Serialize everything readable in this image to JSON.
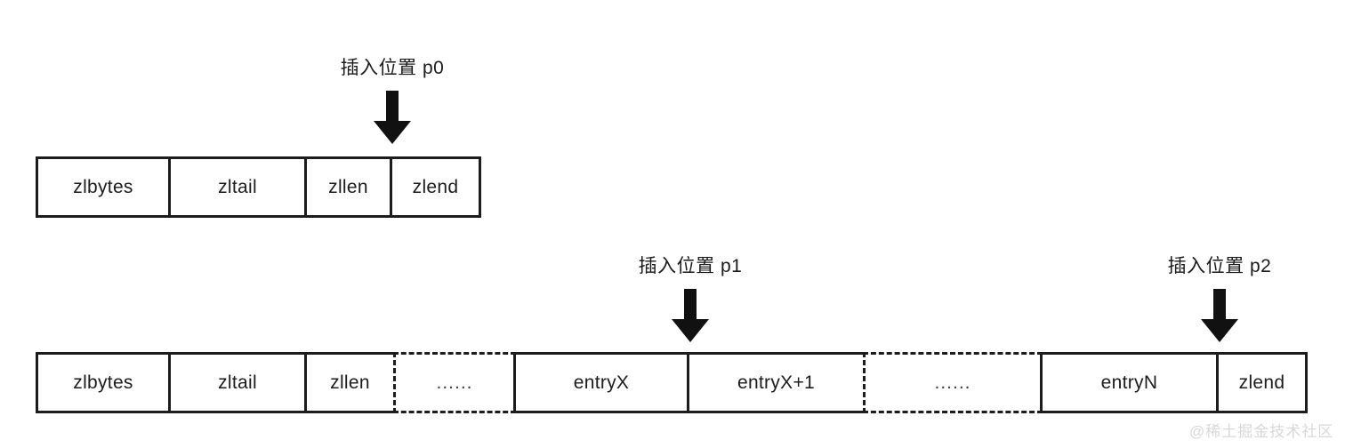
{
  "diagram": {
    "title": "ziplist insert positions",
    "watermark": "@稀土掘金技术社区",
    "colors": {
      "stroke": "#1c1c1c",
      "text": "#1c1c1c",
      "background": "#ffffff",
      "watermark": "#d8d8d8"
    },
    "annotations": [
      {
        "id": "p0",
        "label": "插入位置 p0"
      },
      {
        "id": "p1",
        "label": "插入位置 p1"
      },
      {
        "id": "p2",
        "label": "插入位置 p2"
      }
    ],
    "rows": [
      {
        "id": "empty-ziplist",
        "cells": [
          {
            "label": "zlbytes",
            "style": "solid"
          },
          {
            "label": "zltail",
            "style": "solid"
          },
          {
            "label": "zllen",
            "style": "solid"
          },
          {
            "label": "zlend",
            "style": "solid"
          }
        ]
      },
      {
        "id": "populated-ziplist",
        "cells": [
          {
            "label": "zlbytes",
            "style": "solid"
          },
          {
            "label": "zltail",
            "style": "solid"
          },
          {
            "label": "zllen",
            "style": "solid"
          },
          {
            "label": "......",
            "style": "dotted"
          },
          {
            "label": "entryX",
            "style": "solid"
          },
          {
            "label": "entryX+1",
            "style": "solid"
          },
          {
            "label": "......",
            "style": "dotted"
          },
          {
            "label": "entryN",
            "style": "solid"
          },
          {
            "label": "zlend",
            "style": "solid"
          }
        ]
      }
    ]
  }
}
